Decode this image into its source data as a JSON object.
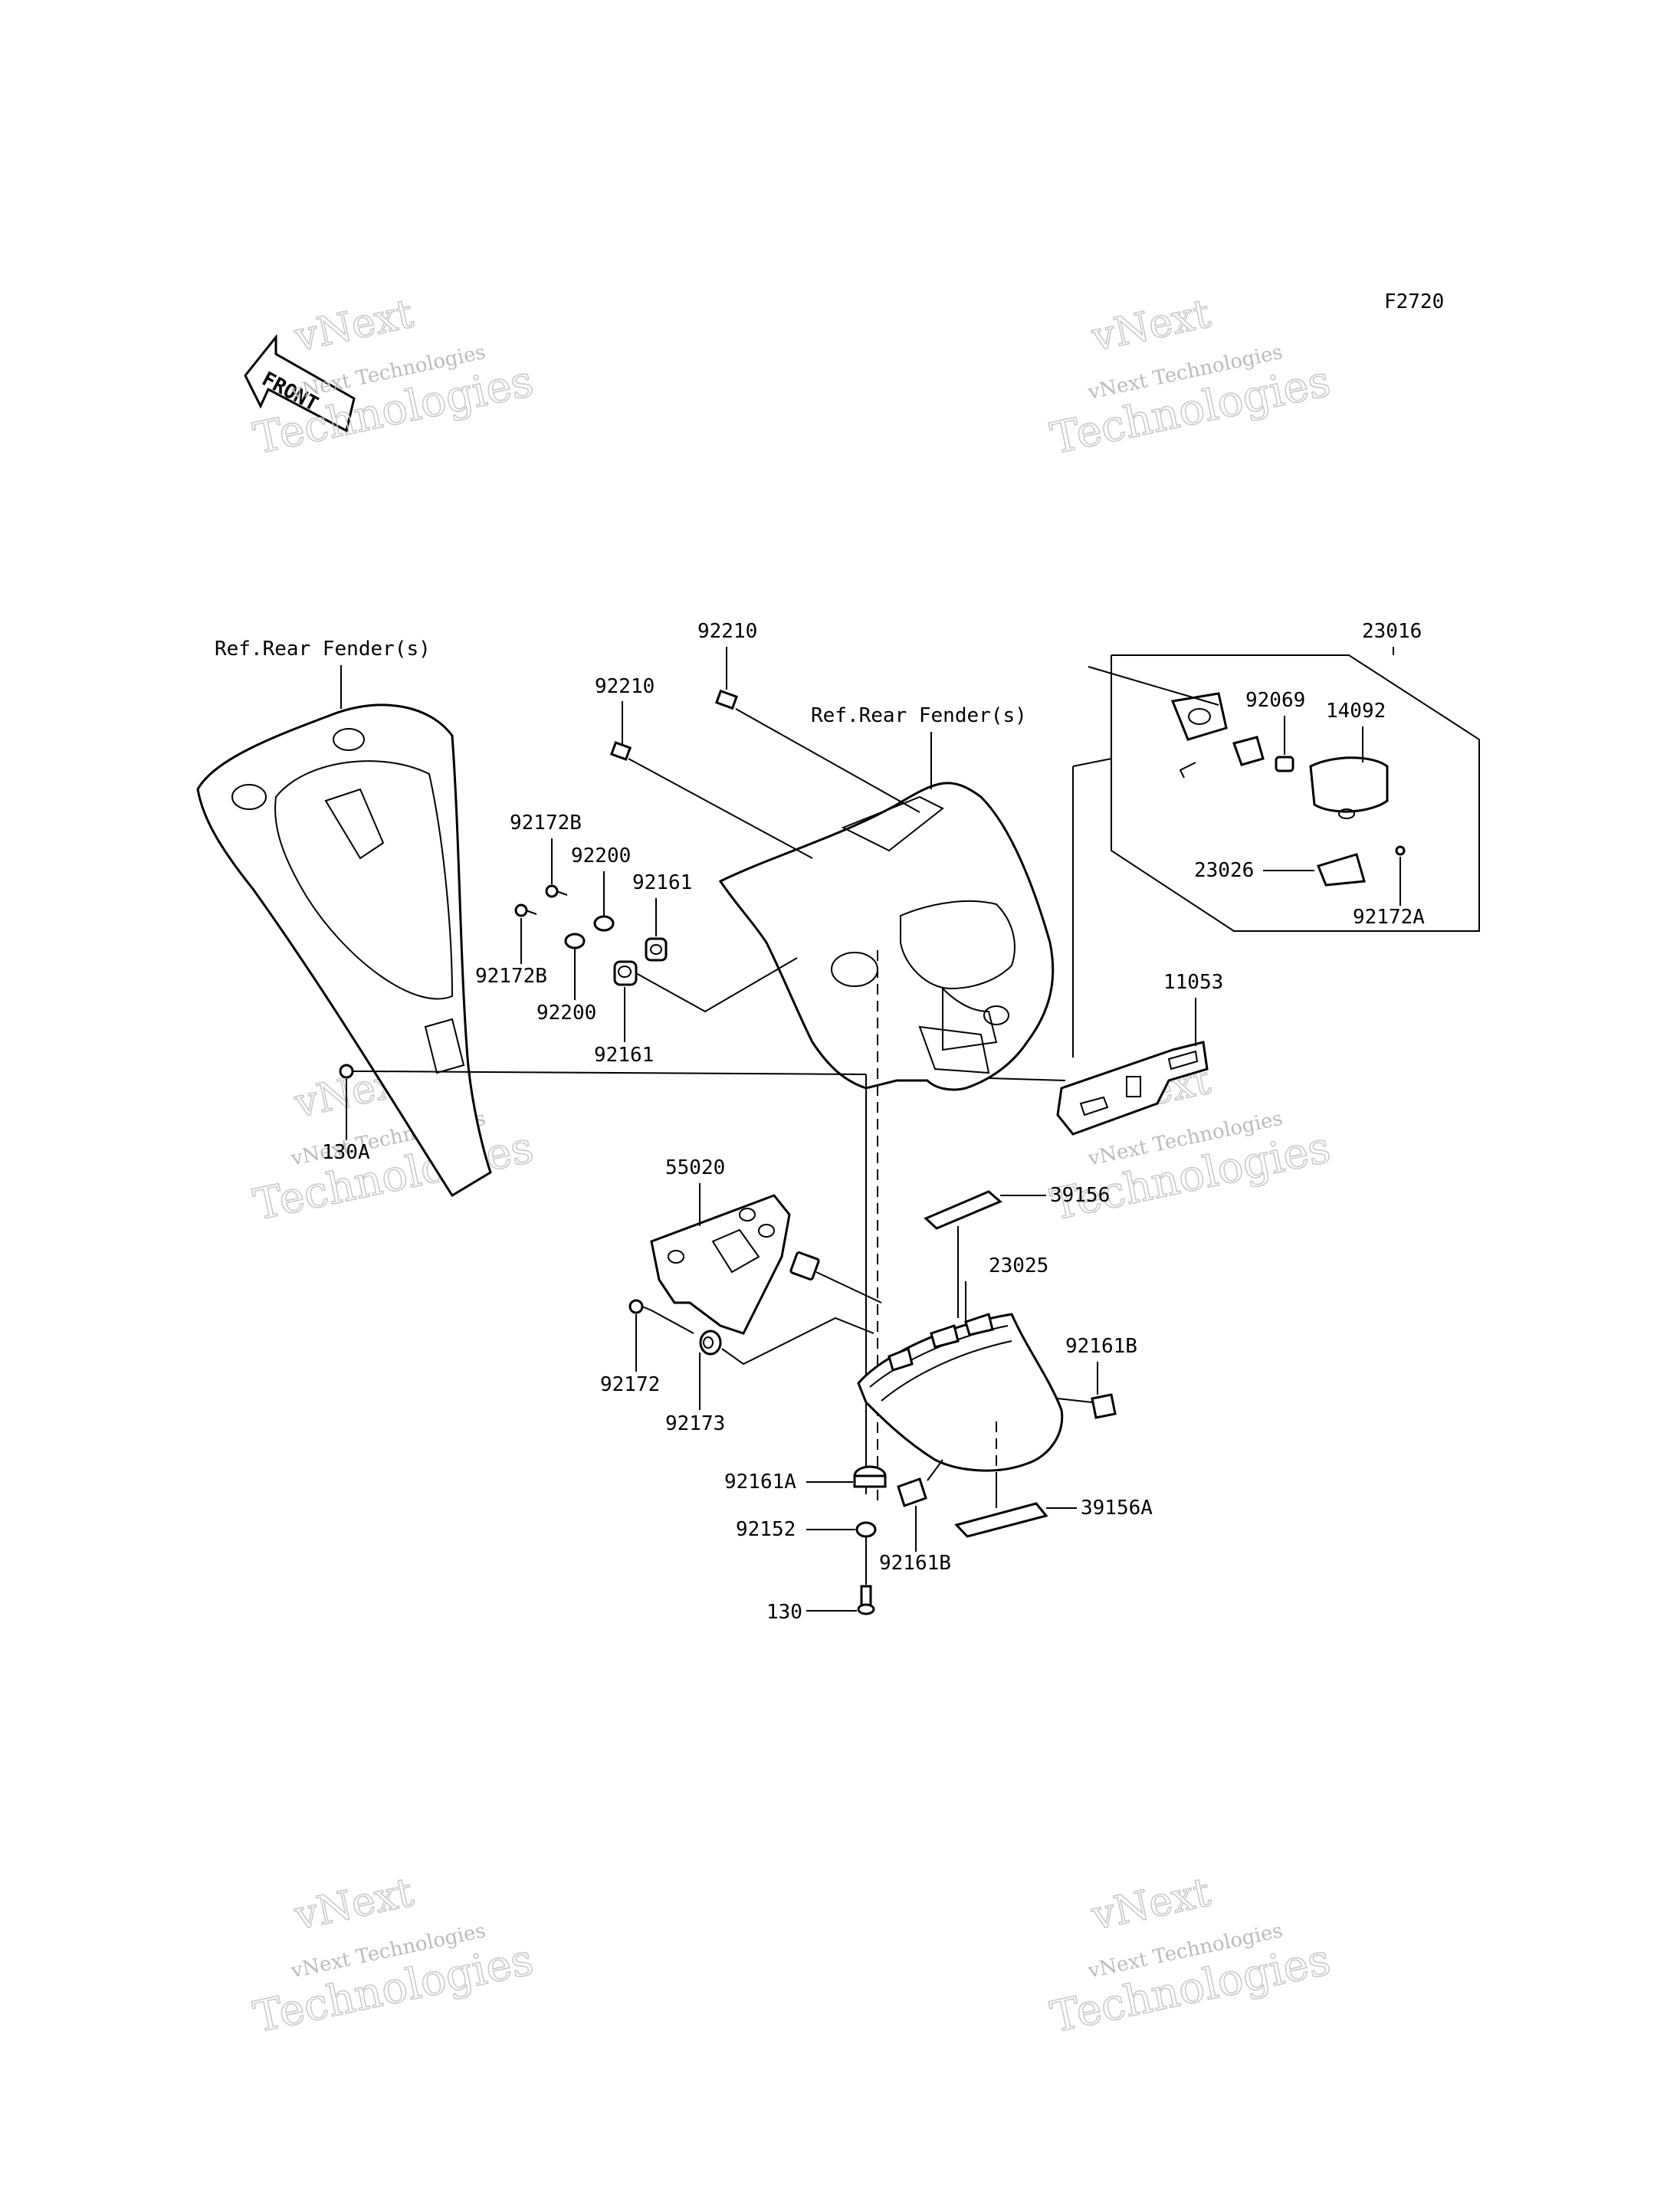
{
  "diagram": {
    "code": "F2720",
    "front_arrow": "FRONT",
    "watermark_line1": "vNext Technologies",
    "watermark_line2_a": "vNext",
    "watermark_line2_b": "Technologies",
    "labels": {
      "ref_rear_fender_left": "Ref.Rear Fender(s)",
      "ref_rear_fender_right": "Ref.Rear Fender(s)",
      "p92210_a": "92210",
      "p92210_b": "92210",
      "p23016": "23016",
      "p92069": "92069",
      "p14092": "14092",
      "p23026": "23026",
      "p92172A": "92172A",
      "p92172B_top": "92172B",
      "p92172B_bottom": "92172B",
      "p92200_top": "92200",
      "p92200_bottom": "92200",
      "p92161_top": "92161",
      "p92161_bottom": "92161",
      "p11053": "11053",
      "p130A": "130A",
      "p55020": "55020",
      "p39156": "39156",
      "p23025": "23025",
      "p92161B_right": "92161B",
      "p92172": "92172",
      "p92173": "92173",
      "p92161A": "92161A",
      "p92152": "92152",
      "p92161B_bottom": "92161B",
      "p39156A": "39156A",
      "p130": "130"
    }
  },
  "colors": {
    "line": "#000000",
    "watermark": "#bbbbbb",
    "background": "#ffffff"
  }
}
